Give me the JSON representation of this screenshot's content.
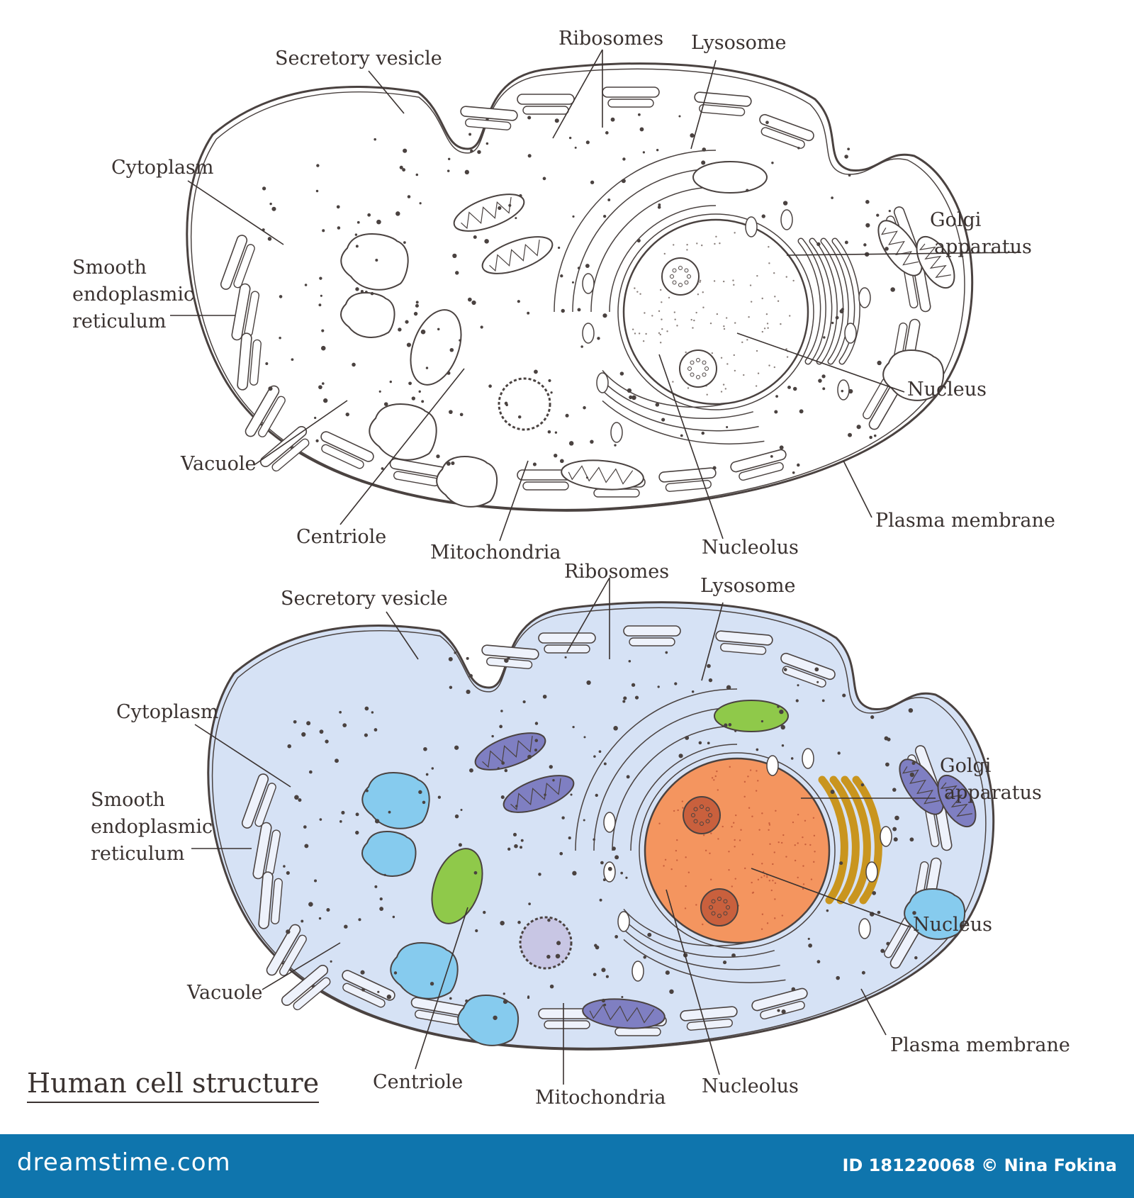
{
  "title": "Human cell structure",
  "top_labels": {
    "secretory_vesicle": "Secretory vesicle",
    "ribosomes": "Ribosomes",
    "lysosome": "Lysosome",
    "cytoplasm": "Cytoplasm",
    "golgi_line1": "Golgi",
    "golgi_line2": "apparatus",
    "ser_line1": "Smooth",
    "ser_line2": "endoplasmic",
    "ser_line3": "reticulum",
    "nucleus": "Nucleus",
    "vacuole": "Vacuole",
    "plasma_membrane": "Plasma membrane",
    "centriole": "Centriole",
    "mitochondria": "Mitochondria",
    "nucleolus": "Nucleolus"
  },
  "bottom_labels": {
    "secretory_vesicle": "Secretory vesicle",
    "ribosomes": "Ribosomes",
    "lysosome": "Lysosome",
    "cytoplasm": "Cytoplasm",
    "golgi_line1": "Golgi",
    "golgi_line2": "apparatus",
    "ser_line1": "Smooth",
    "ser_line2": "endoplasmic",
    "ser_line3": "reticulum",
    "nucleus": "Nucleus",
    "vacuole": "Vacuole",
    "plasma_membrane": "Plasma membrane",
    "centriole": "Centriole",
    "mitochondria": "Mitochondria",
    "nucleolus": "Nucleolus"
  },
  "footer": {
    "logo_text": "dreamstime.com",
    "id_text": "ID 181220068 © Nina Fokina"
  },
  "colors": {
    "outline": "#4a4240",
    "cytoplasm_color": "#d6e2f5",
    "nucleus_color": "#f4955f",
    "nucleolus_color": "#c9603d",
    "mitochondria_color": "#7f7fc2",
    "vacuole_color": "#86cbee",
    "lysosome_color": "#8fc94a",
    "golgi_color": "#c9951e",
    "centriole_color": "#c8c6e4",
    "footer_bg": "#0f75ad"
  }
}
